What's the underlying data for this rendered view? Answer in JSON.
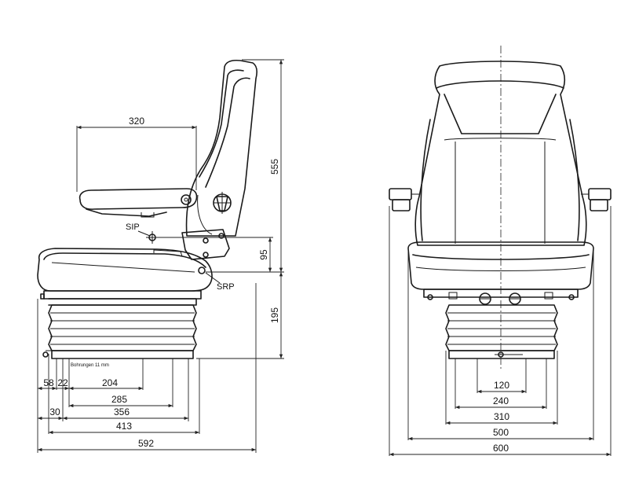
{
  "side_view": {
    "width_320": "320",
    "height_555": "555",
    "label_sip": "SIP",
    "label_srp": "SRP",
    "height_95": "95",
    "height_195": "195",
    "drill_note": "Bohrungen 11 mm",
    "base_58": "58",
    "base_22": "22",
    "base_204": "204",
    "base_285": "285",
    "base_30": "30",
    "base_356": "356",
    "base_413": "413",
    "base_592": "592"
  },
  "front_view": {
    "width_120": "120",
    "width_240": "240",
    "width_310": "310",
    "width_500": "500",
    "width_600": "600"
  }
}
